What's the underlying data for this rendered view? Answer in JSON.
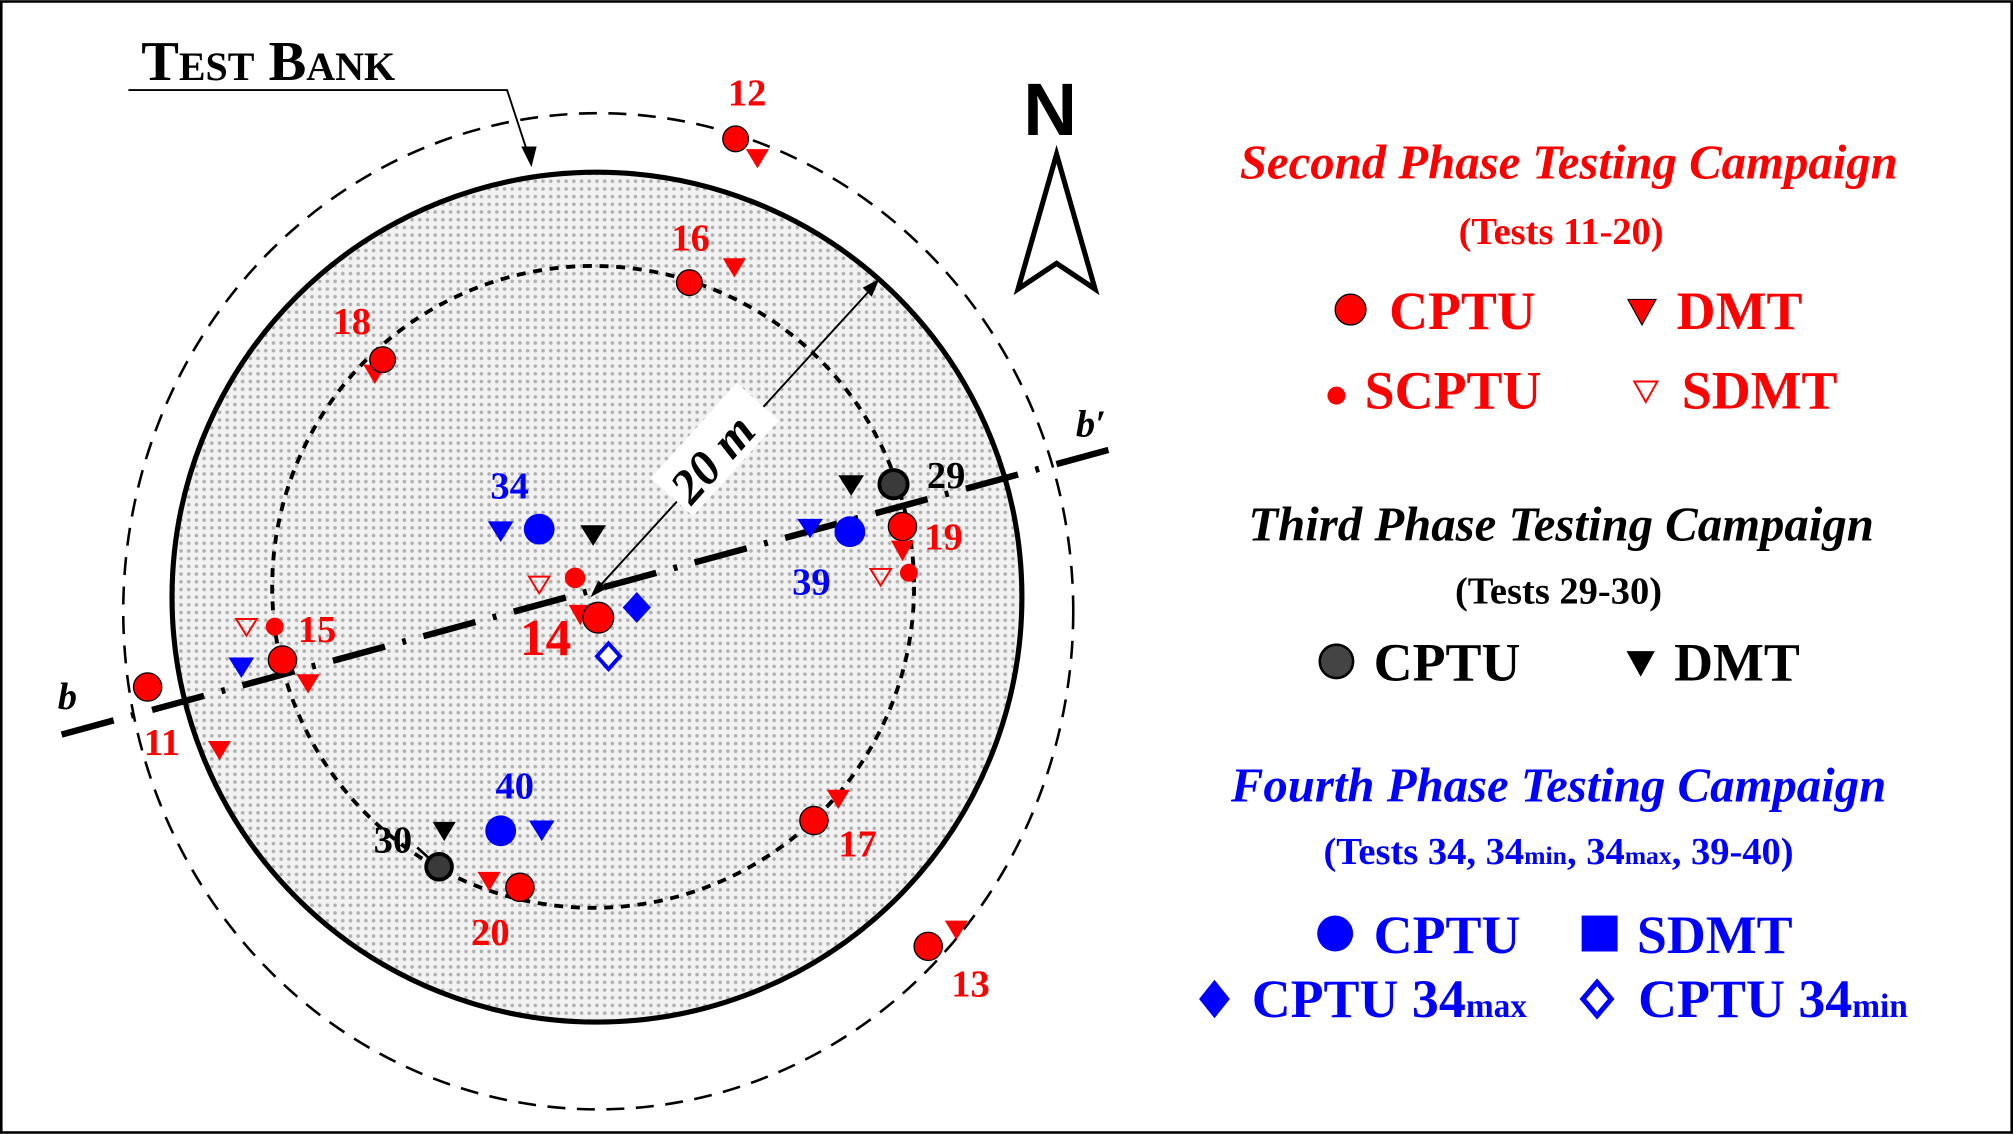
{
  "title": "Test Bank",
  "north_label": "N",
  "radius_label": "20 m",
  "section": {
    "start": "b",
    "end": "b′"
  },
  "tests": {
    "t11": "11",
    "t12": "12",
    "t13": "13",
    "t14": "14",
    "t15": "15",
    "t16": "16",
    "t17": "17",
    "t18": "18",
    "t19": "19",
    "t20": "20",
    "t29": "29",
    "t30": "30",
    "t34": "34",
    "t39": "39",
    "t40": "40"
  },
  "legend": {
    "second": {
      "title": "Second Phase Testing Campaign",
      "subtitle": "(Tests 11-20)",
      "color": "#ff0000",
      "items": [
        "CPTU",
        "DMT",
        "SCPTU",
        "SDMT"
      ]
    },
    "third": {
      "title": "Third Phase Testing Campaign",
      "subtitle": "(Tests 29-30)",
      "color": "#000000",
      "items": [
        "CPTU",
        "DMT"
      ]
    },
    "fourth": {
      "title": "Fourth Phase Testing Campaign",
      "subtitle": {
        "a": "(Tests 34, 34",
        "a_sub": "min",
        "b": ", 34",
        "b_sub": "max",
        "c": ", 39-40)"
      },
      "color": "#0000ff",
      "items": [
        "CPTU",
        "SDMT",
        "CPTU 34",
        "max",
        "CPTU 34",
        "min"
      ]
    }
  }
}
